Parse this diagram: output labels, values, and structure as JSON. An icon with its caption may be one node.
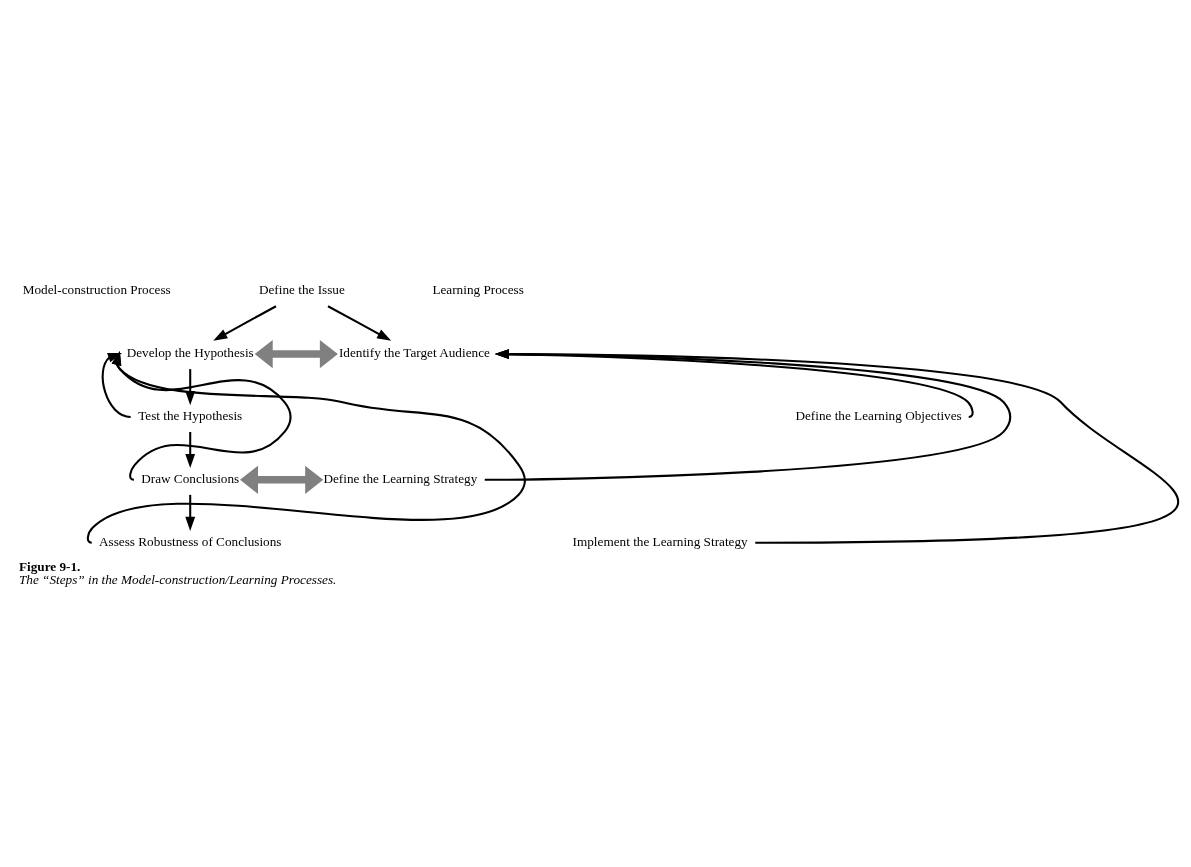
{
  "diagram": {
    "title": "Figure 9-1.",
    "caption": "The “Steps” in the Model-construction/Learning Processes.",
    "nodes": [
      {
        "text": [
          "Define the Issue"
        ]
      },
      {
        "text": [
          "Develop the Hypothesis"
        ]
      },
      {
        "text": [
          "Test the Hypothesis"
        ]
      },
      {
        "text": [
          "Draw Conclusions"
        ]
      },
      {
        "text": [
          "Assess Robustness of Conclusions"
        ]
      },
      {
        "text": [
          "Identify the Target Audience"
        ]
      },
      {
        "text": [
          "Define the Learning Objectives"
        ]
      },
      {
        "text": [
          "Define the Learning Strategy"
        ]
      },
      {
        "text": [
          "Implement the Learning Strategy"
        ]
      }
    ],
    "edges": [
      {
        "from": 0,
        "to": 1,
        "arrow": "to"
      },
      {
        "from": 0,
        "to": 5,
        "arrow": "to"
      },
      {
        "from": 1,
        "to": 2,
        "arrow": "to"
      },
      {
        "from": 2,
        "to": 3,
        "arrow": "to"
      },
      {
        "from": 3,
        "to": 4,
        "arrow": "to"
      },
      {
        "from": 2,
        "to": 1,
        "arrow": "to"
      },
      {
        "from": 3,
        "to": 1,
        "arrow": "to"
      },
      {
        "from": 4,
        "to": 1,
        "arrow": "to"
      },
      {
        "from": 6,
        "to": 5,
        "arrow": "to"
      },
      {
        "from": 7,
        "to": 5,
        "arrow": "to"
      },
      {
        "from": 8,
        "to": 5,
        "arrow": "to"
      },
      {
        "from": 1,
        "to": 5,
        "arrow": "both",
        "style": "thick",
        "color": "#808080"
      },
      {
        "from": 3,
        "to": 7,
        "arrow": "both",
        "style": "thick",
        "color": "#808080"
      }
    ],
    "labels": [
      "Model-construction Process",
      "Learning Process"
    ]
  }
}
